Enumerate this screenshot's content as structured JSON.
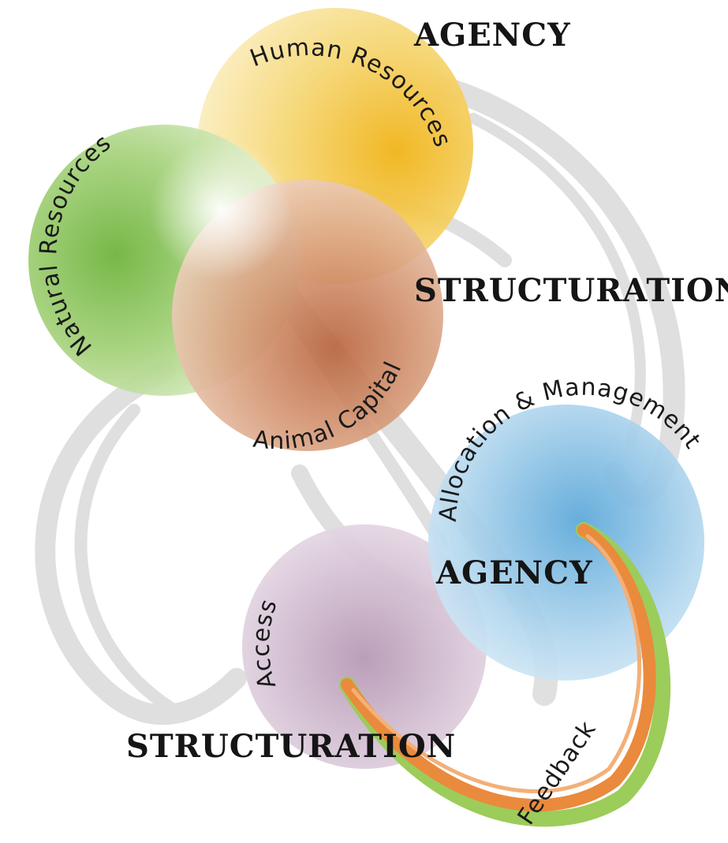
{
  "diagram": {
    "circles": {
      "human_resources": "Human Resources",
      "natural_resources": "Natural Resources",
      "animal_capital": "Animal Capital",
      "allocation_management": "Allocation & Management",
      "access": "Access"
    },
    "labels": {
      "agency_top": "AGENCY",
      "structuration_right": "STRUCTURATION",
      "agency_mid": "AGENCY",
      "structuration_bottom": "STRUCTURATION",
      "feedback": "Feedback"
    },
    "colors": {
      "human_resources": "#f0b419",
      "natural_resources": "#6cb33a",
      "animal_capital": "#b8623a",
      "allocation_management": "#5aa7d9",
      "access": "#b79ab5",
      "feedback_orange": "#ea8a3c",
      "feedback_green": "#9ccc5a",
      "swirl_grey": "#d9d9d9"
    }
  }
}
